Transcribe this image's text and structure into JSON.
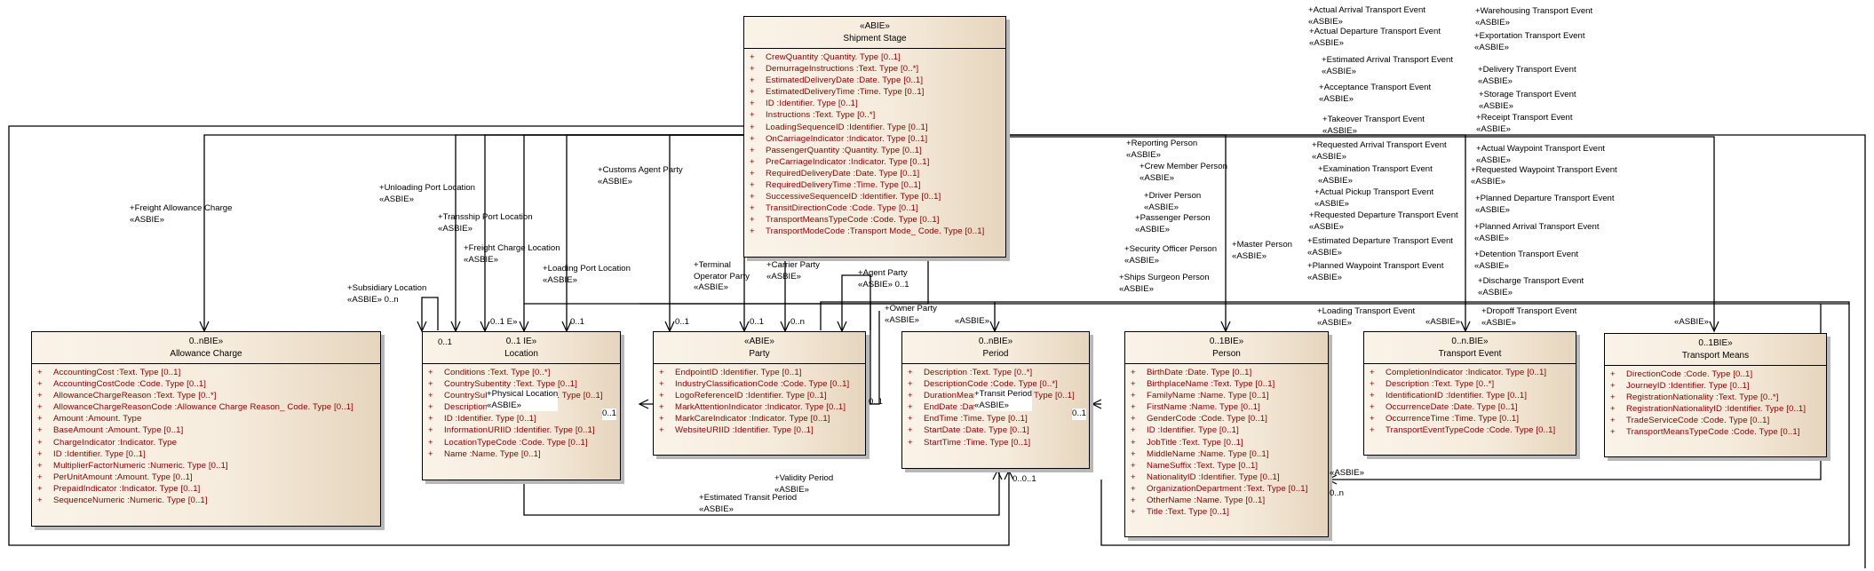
{
  "diagram": {
    "stereotype_asbie": "«ASBIE»",
    "classes": {
      "shipment_stage": {
        "stereotype": "«ABIE»",
        "name": "Shipment Stage",
        "attributes": [
          "CrewQuantity  :Quantity. Type [0..1]",
          "DemurrageInstructions  :Text. Type [0..*]",
          "EstimatedDeliveryDate  :Date. Type [0..1]",
          "EstimatedDeliveryTime  :Time. Type [0..1]",
          "ID  :Identifier. Type [0..1]",
          "Instructions  :Text. Type [0..*]",
          "LoadingSequenceID  :Identifier. Type [0..1]",
          "OnCarriageIndicator  :Indicator. Type [0..1]",
          "PassengerQuantity  :Quantity. Type [0..1]",
          "PreCarriageIndicator  :Indicator. Type [0..1]",
          "RequiredDeliveryDate  :Date. Type [0..1]",
          "RequiredDeliveryTime  :Time. Type [0..1]",
          "SuccessiveSequenceID  :Identifier. Type [0..1]",
          "TransitDirectionCode  :Code. Type [0..1]",
          "TransportMeansTypeCode  :Code. Type [0..1]",
          "TransportModeCode  :Transport Mode_ Code. Type [0..1]"
        ]
      },
      "allowance_charge": {
        "stereotype": "0..nBIE»",
        "name": "Allowance Charge",
        "attributes": [
          "AccountingCost  :Text. Type [0..1]",
          "AccountingCostCode  :Code. Type [0..1]",
          "AllowanceChargeReason  :Text. Type [0..*]",
          "AllowanceChargeReasonCode  :Allowance Charge Reason_ Code. Type [0..1]",
          "Amount  :Amount. Type",
          "BaseAmount  :Amount. Type [0..1]",
          "ChargeIndicator  :Indicator. Type",
          "ID  :Identifier. Type [0..1]",
          "MultiplierFactorNumeric  :Numeric. Type [0..1]",
          "PerUnitAmount  :Amount. Type [0..1]",
          "PrepaidIndicator  :Indicator. Type [0..1]",
          "SequenceNumeric  :Numeric. Type [0..1]"
        ]
      },
      "location": {
        "stereotype": "0..1 IE»",
        "name": "Location",
        "attributes": [
          "Conditions  :Text. Type [0..*]",
          "CountrySubentity  :Text. Type [0..1]",
          "CountrySubentityCode  :Code. Type [0..1]",
          "Description  :Text. Type [0..*]",
          "ID  :Identifier. Type [0..1]",
          "InformationURIID  :Identifier. Type [0..1]",
          "LocationTypeCode  :Code. Type [0..1]",
          "Name  :Name. Type [0..1]"
        ]
      },
      "party": {
        "stereotype": "«ABIE»",
        "name": "Party",
        "attributes": [
          "EndpointID  :Identifier. Type [0..1]",
          "IndustryClassificationCode  :Code. Type [0..1]",
          "LogoReferenceID  :Identifier. Type [0..1]",
          "MarkAttentionIndicator  :Indicator. Type [0..1]",
          "MarkCareIndicator  :Indicator. Type [0..1]",
          "WebsiteURIID  :Identifier. Type [0..1]"
        ]
      },
      "period": {
        "stereotype": "0..nBIE»",
        "name": "Period",
        "attributes": [
          "Description  :Text. Type [0..*]",
          "DescriptionCode  :Code. Type [0..*]",
          "DurationMeasure  :Measure. Type [0..1]",
          "EndDate  :Date. Type [0..1]",
          "EndTime  :Time. Type [0..1]",
          "StartDate  :Date. Type [0..1]",
          "StartTime  :Time. Type [0..1]"
        ]
      },
      "person": {
        "stereotype": "0..1BIE»",
        "name": "Person",
        "attributes": [
          "BirthDate  :Date. Type [0..1]",
          "BirthplaceName  :Text. Type [0..1]",
          "FamilyName  :Name. Type [0..1]",
          "FirstName  :Name. Type [0..1]",
          "GenderCode  :Code. Type [0..1]",
          "ID  :Identifier. Type [0..1]",
          "JobTitle  :Text. Type [0..1]",
          "MiddleName  :Name. Type [0..1]",
          "NameSuffix  :Text. Type [0..1]",
          "NationalityID  :Identifier. Type [0..1]",
          "OrganizationDepartment  :Text. Type [0..1]",
          "OtherName  :Name. Type [0..1]",
          "Title  :Text. Type [0..1]"
        ]
      },
      "transport_event": {
        "stereotype": "0..n.BIE»",
        "name": "Transport Event",
        "attributes": [
          "CompletionIndicator  :Indicator. Type [0..1]",
          "Description  :Text. Type [0..*]",
          "IdentificationID  :Identifier. Type [0..1]",
          "OccurrenceDate  :Date. Type [0..1]",
          "OccurrenceTime  :Time. Type [0..1]",
          "TransportEventTypeCode  :Code. Type [0..1]"
        ]
      },
      "transport_means": {
        "stereotype": "0..1BIE»",
        "name": "Transport Means",
        "attributes": [
          "DirectionCode  :Code. Type [0..1]",
          "JourneyID  :Identifier. Type [0..1]",
          "RegistrationNationality  :Text. Type [0..*]",
          "RegistrationNationalityID  :Identifier. Type [0..1]",
          "TradeServiceCode  :Code. Type [0..1]",
          "TransportMeansTypeCode  :Code. Type [0..1]"
        ]
      }
    },
    "roles": {
      "freight_allowance_charge": "+Freight Allowance Charge",
      "unloading_port_location": "+Unloading Port Location",
      "transship_port_location": "+Transship Port Location",
      "freight_charge_location": "+Freight Charge Location",
      "loading_port_location": "+Loading Port Location",
      "subsidiary_location": "+Subsidiary Location",
      "customs_agent_party": "+Customs Agent Party",
      "terminal_operator_party_1": "+Terminal",
      "terminal_operator_party_2": "Operator Party",
      "carrier_party": "+Carrier Party",
      "agent_party": "+Agent Party",
      "owner_party": "+Owner Party",
      "physical_location": "+Physical Location",
      "transit_period": "+Transit Period",
      "validity_period": "+Validity Period",
      "estimated_transit_period": "+Estimated Transit Period",
      "reporting_person": "+Reporting Person",
      "crew_member_person": "+Crew Member Person",
      "driver_person": "+Driver Person",
      "passenger_person": "+Passenger Person",
      "security_officer_person": "+Security Officer Person",
      "ships_surgeon_person": "+Ships Surgeon Person",
      "master_person": "+Master Person",
      "actual_arrival": "+Actual Arrival Transport Event",
      "actual_departure": "+Actual Departure Transport Event",
      "estimated_arrival": "+Estimated Arrival Transport Event",
      "acceptance": "+Acceptance Transport Event",
      "takeover": "+Takeover Transport Event",
      "requested_arrival": "+Requested Arrival Transport Event",
      "examination": "+Examination Transport Event",
      "actual_pickup": "+Actual Pickup Transport Event",
      "requested_departure": "+Requested Departure Transport Event",
      "estimated_departure": "+Estimated Departure Transport Event",
      "planned_waypoint": "+Planned Waypoint Transport Event",
      "loading": "+Loading Transport Event",
      "warehousing": "+Warehousing Transport Event",
      "exportation": "+Exportation Transport Event",
      "delivery": "+Delivery Transport Event",
      "storage": "+Storage Transport Event",
      "receipt": "+Receipt Transport Event",
      "actual_waypoint": "+Actual Waypoint Transport Event",
      "requested_waypoint": "+Requested Waypoint Transport Event",
      "planned_departure": "+Planned Departure Transport Event",
      "planned_arrival": "+Planned Arrival Transport Event",
      "detention": "+Detention Transport Event",
      "discharge": "+Discharge Transport Event",
      "dropoff": "+Dropoff Transport Event"
    },
    "multiplicities": {
      "zero_one": "0..1",
      "zero_n": "0..n",
      "asbie_zero_n": "«ASBIE» 0..n",
      "asbie_zero_one": "«ASBIE» 0..1",
      "location_top_mid": "0..1 E»",
      "period_bottom": "0..0..1"
    }
  }
}
